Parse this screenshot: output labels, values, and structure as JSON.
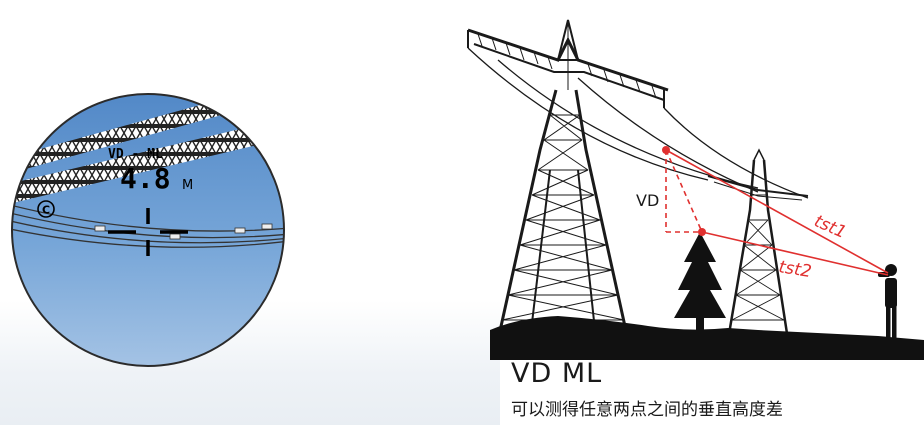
{
  "scope": {
    "mode_label": "VD - ML",
    "reading_value": "4.8",
    "reading_unit": "M",
    "badge": "C"
  },
  "diagram": {
    "vd_label": "VD",
    "tst1_label": "tst1",
    "tst2_label": "tst2",
    "accent_color": "#e0302f"
  },
  "caption": {
    "title": "VD ML",
    "subtitle": "可以测得任意两点之间的垂直高度差"
  }
}
